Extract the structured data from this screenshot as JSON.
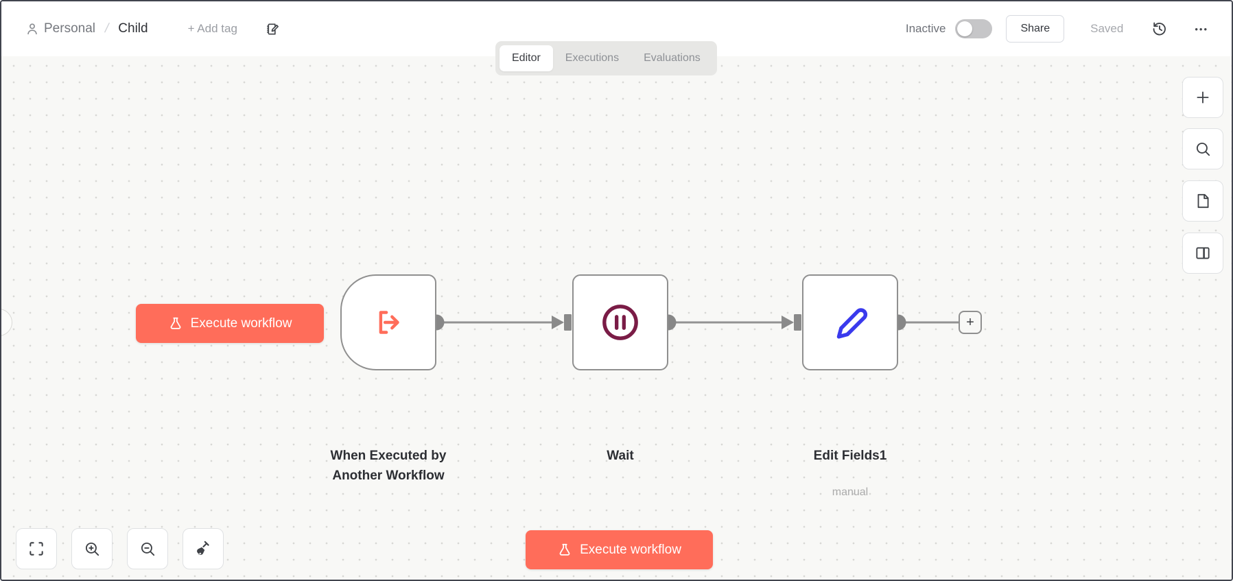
{
  "header": {
    "project": "Personal",
    "breadcrumb_separator": "/",
    "workflow_name": "Child",
    "add_tag": "+ Add tag",
    "status": "Inactive",
    "share": "Share",
    "saved": "Saved",
    "more": "•••"
  },
  "tabs": {
    "items": [
      {
        "label": "Editor",
        "active": true
      },
      {
        "label": "Executions",
        "active": false
      },
      {
        "label": "Evaluations",
        "active": false
      }
    ]
  },
  "canvas": {
    "execute_button": "Execute workflow",
    "nodes": [
      {
        "name": "When Executed by Another Workflow",
        "type": "execute-workflow-trigger",
        "icon": "log-out-arrow-icon"
      },
      {
        "name": "Wait",
        "type": "wait",
        "icon": "pause-circle-icon"
      },
      {
        "name": "Edit Fields1",
        "subtitle": "manual",
        "type": "set",
        "icon": "pen-icon"
      }
    ],
    "add_node_plus": "+"
  },
  "controls": {
    "bottom_execute_button": "Execute workflow",
    "zoom_toolbar": [
      "fit-view",
      "zoom-in",
      "zoom-out",
      "tidy-up"
    ],
    "right_toolbar": [
      "add-node",
      "search",
      "sticky-note",
      "toggle-panel"
    ]
  },
  "colors": {
    "accent": "#ff6d5a",
    "wait_icon": "#7a1c46",
    "pen_icon": "#3a3aed",
    "node_border": "#8f8f8f",
    "connector": "#929292",
    "canvas_bg": "#f8f8f6"
  }
}
